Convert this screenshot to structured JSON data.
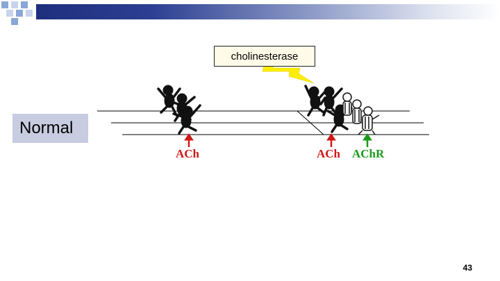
{
  "enzyme_label": "cholinesterase",
  "condition_label": "Normal",
  "molecules": {
    "ach_left": "ACh",
    "ach_right": "ACh",
    "achr": "AChR"
  },
  "colors": {
    "ach": "#d01818",
    "achr": "#1a9a1a",
    "lightning": "#ffee00"
  },
  "page_number": "43"
}
